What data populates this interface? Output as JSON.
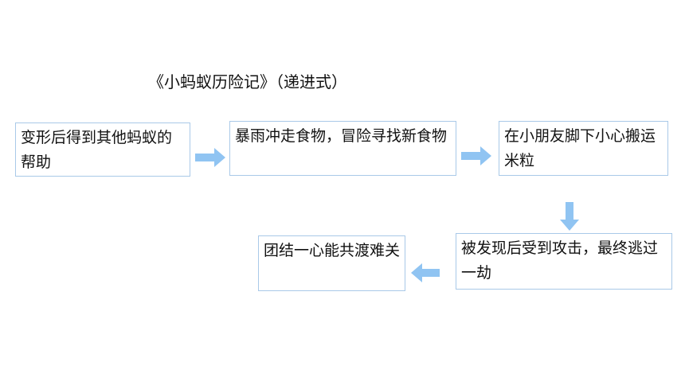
{
  "title": "《小蚂蚁历险记》（递进式）",
  "steps": [
    {
      "text": "变形后得到其他蚂蚁的帮助"
    },
    {
      "text": "暴雨冲走食物，冒险寻找新食物"
    },
    {
      "text": "在小朋友脚下小心搬运米粒"
    },
    {
      "text": "被发现后受到攻击，最终逃过一劫"
    },
    {
      "text": "团结一心能共渡难关"
    }
  ],
  "arrow_color": "#90c4f2",
  "border_color": "#a9c9e8"
}
